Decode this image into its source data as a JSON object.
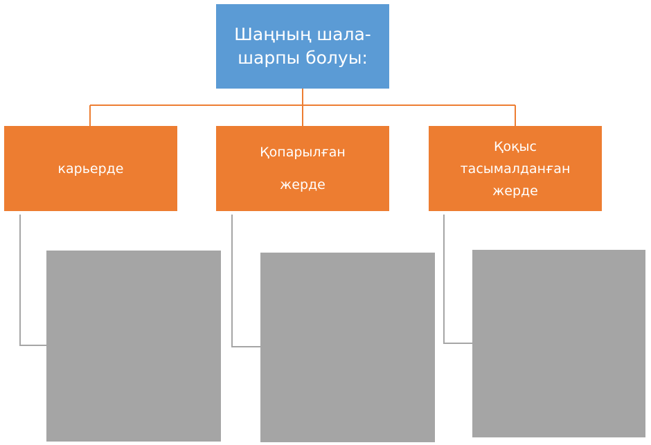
{
  "diagram": {
    "root": {
      "lines": [
        "Шаңның шала-",
        "шарпы болуы:"
      ]
    },
    "children": [
      {
        "lines": [
          "карьерде"
        ]
      },
      {
        "lines": [
          "Қопарылған",
          "жерде"
        ]
      },
      {
        "lines": [
          "Қоқыс",
          "тасымалданған",
          "жерде"
        ]
      }
    ]
  },
  "colors": {
    "root_fill": "#5b9bd5",
    "child_fill": "#ed7d31",
    "placeholder_fill": "#a5a5a5",
    "connector_orange": "#ed7d31",
    "connector_gray": "#a5a5a5",
    "text": "#ffffff"
  }
}
